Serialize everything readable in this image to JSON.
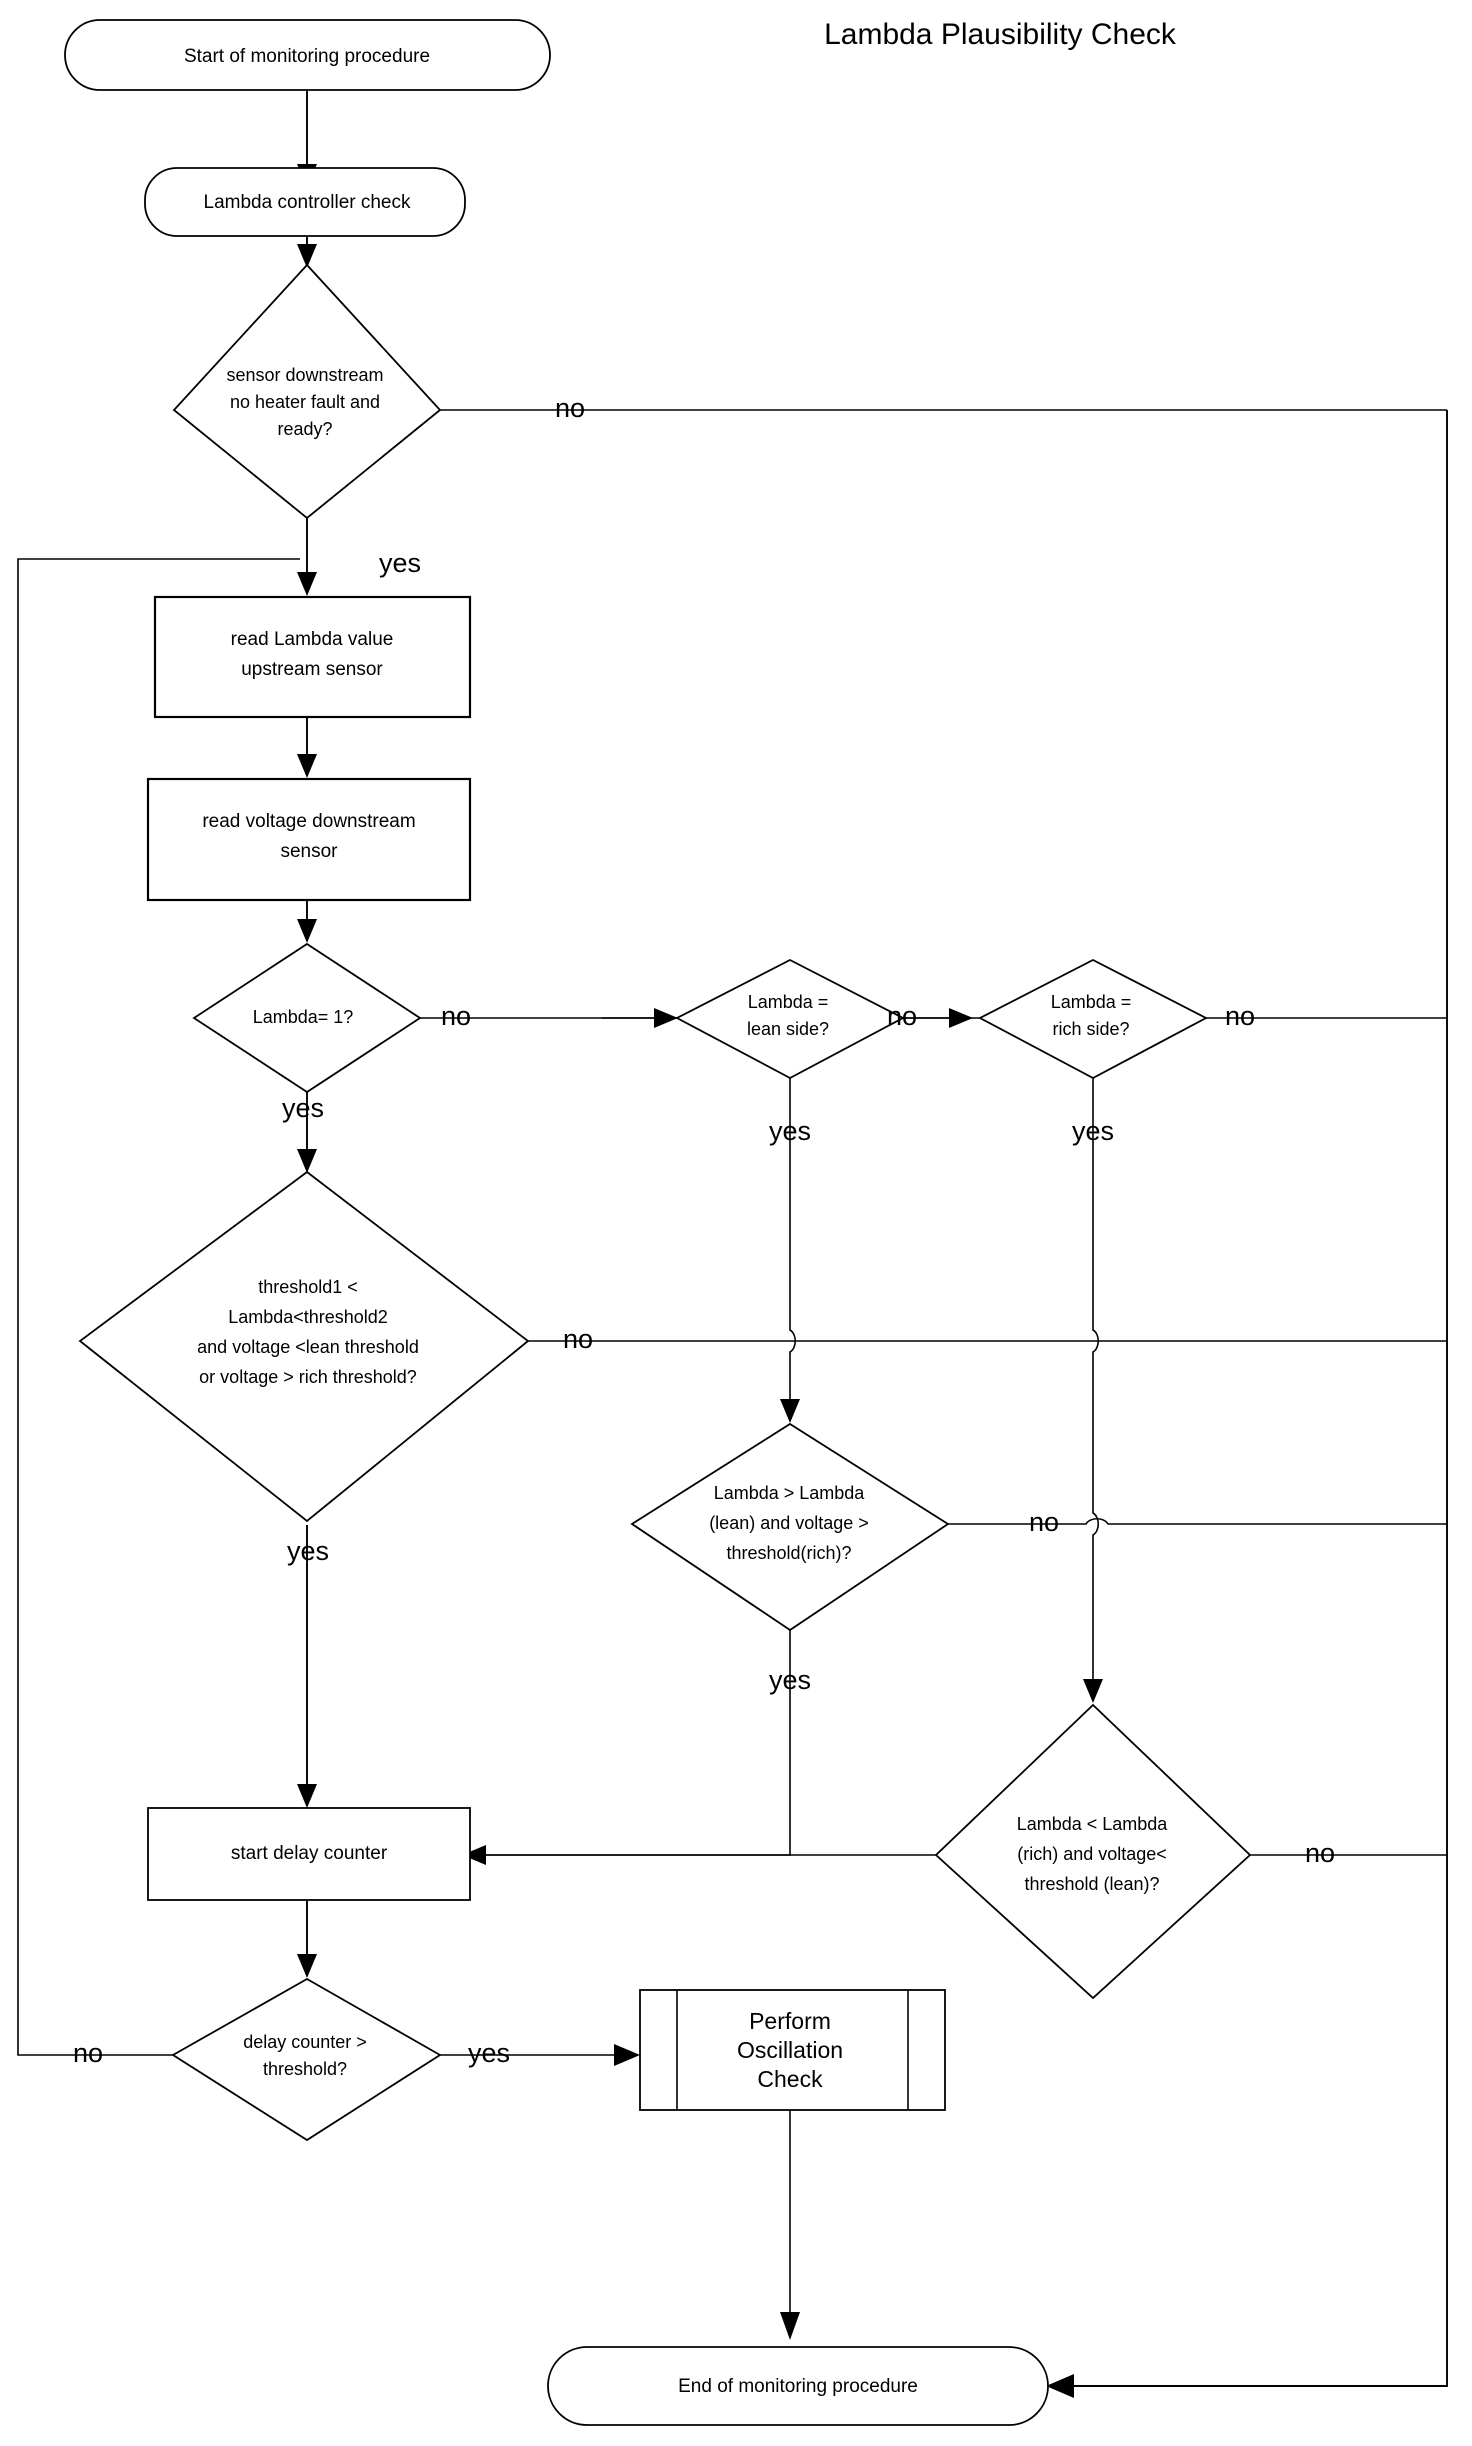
{
  "diagram": {
    "title": "Lambda Plausibility Check",
    "type": "flowchart",
    "background": "#ffffff",
    "stroke_color": "#000000"
  },
  "nodes": {
    "start": {
      "shape": "terminator",
      "label": "Start of monitoring procedure"
    },
    "controller_check": {
      "shape": "terminator",
      "label": "Lambda controller check"
    },
    "sensor_ready": {
      "shape": "decision",
      "line1": "sensor downstream",
      "line2": "no heater fault and",
      "line3": "ready?"
    },
    "read_lambda": {
      "shape": "process",
      "line1": "read Lambda value",
      "line2": "upstream sensor"
    },
    "read_voltage": {
      "shape": "process",
      "line1": "read voltage downstream",
      "line2": "sensor"
    },
    "lambda_eq_one": {
      "shape": "decision",
      "line1": "Lambda= 1?"
    },
    "lambda_lean": {
      "shape": "decision",
      "line1": "Lambda  =",
      "line2": "lean side?"
    },
    "lambda_rich": {
      "shape": "decision",
      "line1": "Lambda  =",
      "line2": "rich side?"
    },
    "threshold_check": {
      "shape": "decision",
      "line1": "threshold1 <",
      "line2": "Lambda<threshold2",
      "line3": "and voltage <lean threshold",
      "line4": "or voltage  > rich threshold?"
    },
    "lean_check": {
      "shape": "decision",
      "line1": "Lambda > Lambda",
      "line2": "(lean) and voltage >",
      "line3": "threshold(rich)?"
    },
    "rich_check": {
      "shape": "decision",
      "line1": "Lambda < Lambda",
      "line2": "(rich) and voltage<",
      "line3": "threshold (lean)?"
    },
    "delay_counter": {
      "shape": "process",
      "label": "start delay counter"
    },
    "delay_threshold": {
      "shape": "decision",
      "line1": "delay counter >",
      "line2": "threshold?"
    },
    "oscillation": {
      "shape": "predefined-process",
      "line1": "Perform",
      "line2": "Oscillation",
      "line3": "Check"
    },
    "end": {
      "shape": "terminator",
      "label": "End of monitoring procedure"
    }
  },
  "edge_labels": {
    "sensor_ready_no": "no",
    "sensor_ready_yes": "yes",
    "lambda_eq_one_no": "no",
    "lambda_eq_one_yes": "yes",
    "lambda_lean_no": "no",
    "lambda_lean_yes": "yes",
    "lambda_rich_no": "no",
    "lambda_rich_yes": "yes",
    "threshold_check_no": "no",
    "threshold_check_yes": "yes",
    "lean_check_no": "no",
    "lean_check_yes": "yes",
    "rich_check_no": "no",
    "delay_threshold_no": "no",
    "delay_threshold_yes": "yes"
  }
}
